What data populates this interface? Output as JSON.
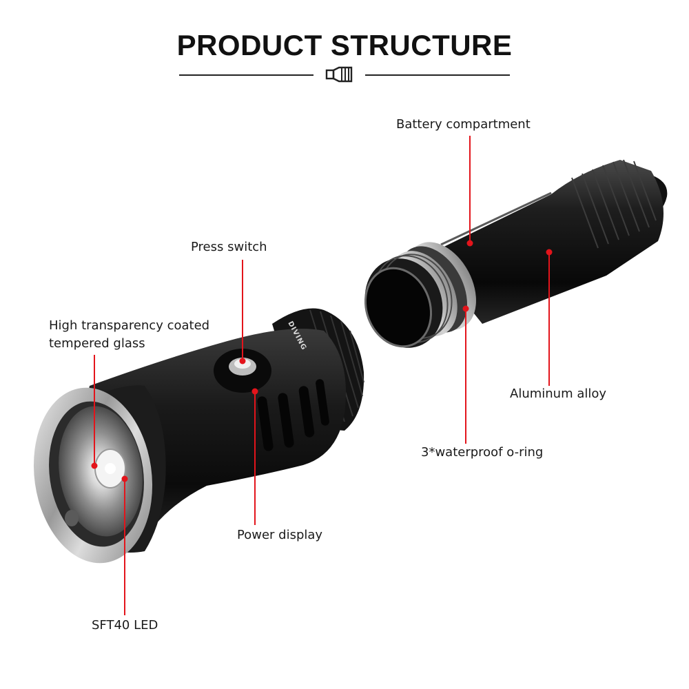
{
  "header": {
    "title": "PRODUCT STRUCTURE",
    "icon": "flashlight-icon"
  },
  "head_unit": {
    "brand_mark": "DIVING"
  },
  "callouts": {
    "battery_compartment": "Battery compartment",
    "press_switch": "Press switch",
    "glass_line1": "High transparency coated",
    "glass_line2": "tempered glass",
    "aluminum_alloy": "Aluminum alloy",
    "o_ring": "3*waterproof o-ring",
    "power_display": "Power display",
    "led": "SFT40 LED"
  },
  "colors": {
    "leader": "#e3141b",
    "body": "#151515",
    "text": "#1a1a1a"
  }
}
